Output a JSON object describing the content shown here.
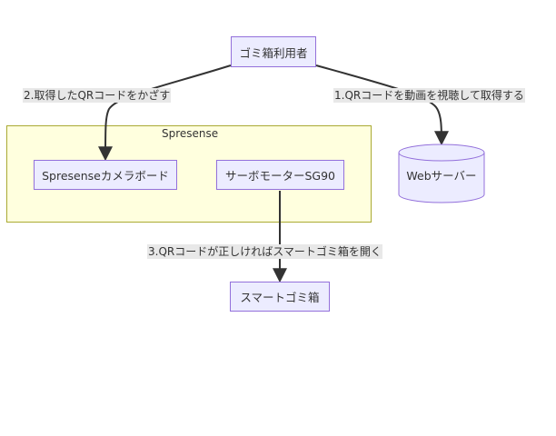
{
  "diagram": {
    "cluster": {
      "label": "Spresense"
    },
    "nodes": {
      "user": "ゴミ箱利用者",
      "camera": "Spresenseカメラボード",
      "servo": "サーボモーターSG90",
      "trash": "スマートゴミ箱",
      "server": "Webサーバー"
    },
    "edges": {
      "user_to_server": "1.QRコードを動画を視聴して取得する",
      "user_to_camera": "2.取得したQRコードをかざす",
      "servo_to_trash": "3.QRコードが正しければスマートゴミ箱を開く"
    },
    "colors": {
      "node_fill": "#ececff",
      "node_stroke": "#9370db",
      "cluster_fill": "#ffffde",
      "cluster_stroke": "#aaaa33",
      "edge": "#333333",
      "edge_label_bg": "#e8e8e8"
    }
  }
}
